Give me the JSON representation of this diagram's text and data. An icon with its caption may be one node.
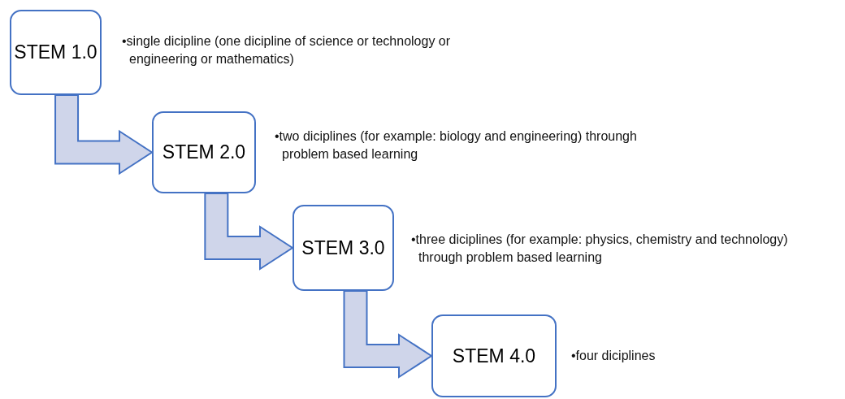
{
  "diagram": {
    "nodes": [
      {
        "text": [
          "STEM 1.0"
        ],
        "beside": [
          "•single dicipline (one dicipline of science or technology or engineering or mathematics)"
        ]
      },
      {
        "text": [
          "STEM 2.0"
        ],
        "beside": [
          "•two diciplines (for example: biology and engineering) throungh problem based learning"
        ]
      },
      {
        "text": [
          "STEM 3.0"
        ],
        "beside": [
          "•three diciplines (for example: physics, chemistry and technology) through problem based learning"
        ]
      },
      {
        "text": [
          "STEM 4.0"
        ],
        "beside": [
          "•four diciplines"
        ]
      }
    ],
    "edges": [
      {
        "from": 0,
        "to": 1,
        "arrow": "to"
      },
      {
        "from": 1,
        "to": 2,
        "arrow": "to"
      },
      {
        "from": 2,
        "to": 3,
        "arrow": "to"
      }
    ]
  }
}
